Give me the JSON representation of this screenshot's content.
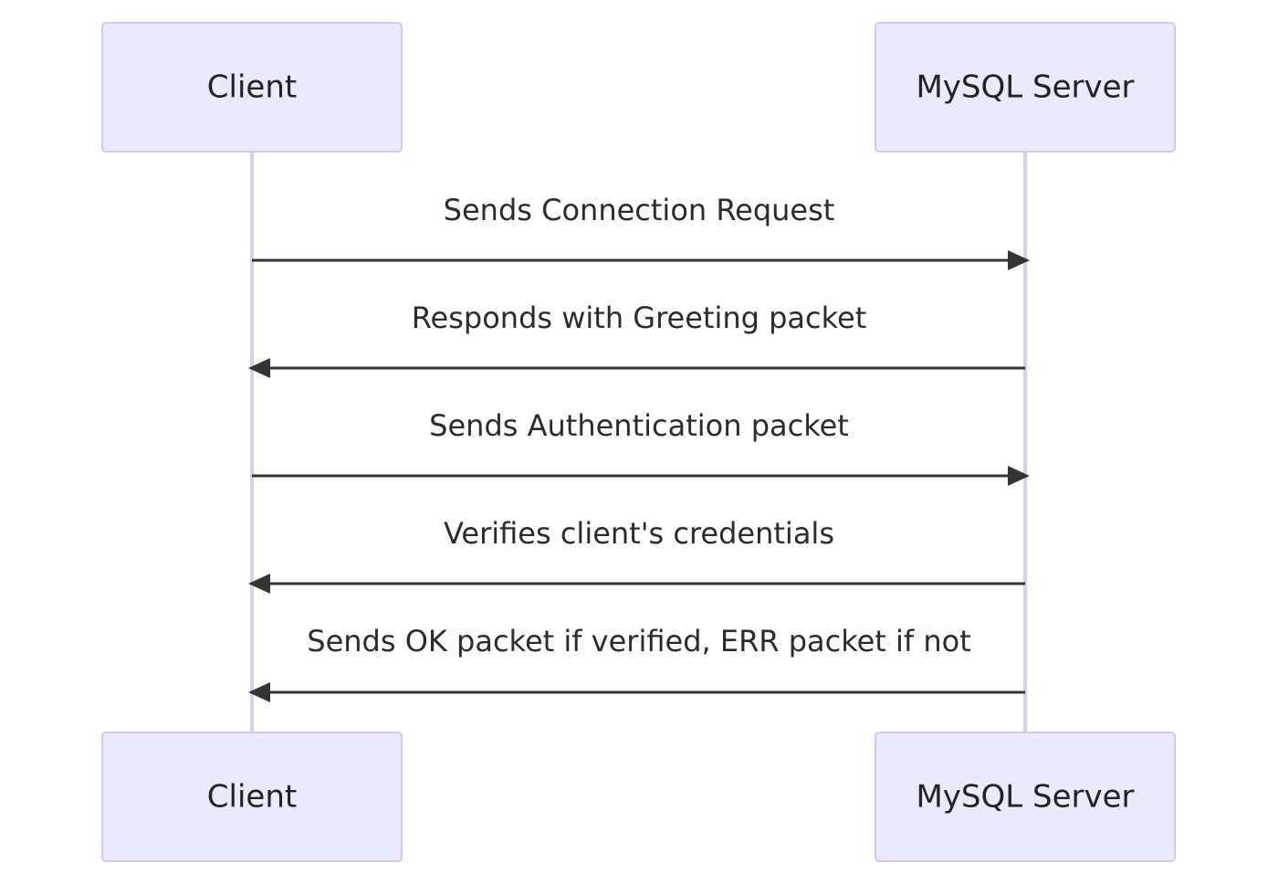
{
  "participants": [
    {
      "id": "client",
      "label": "Client"
    },
    {
      "id": "server",
      "label": "MySQL Server"
    }
  ],
  "messages": [
    {
      "from": "client",
      "to": "server",
      "label": "Sends Connection Request"
    },
    {
      "from": "server",
      "to": "client",
      "label": "Responds with Greeting packet"
    },
    {
      "from": "client",
      "to": "server",
      "label": "Sends Authentication packet"
    },
    {
      "from": "server",
      "to": "client",
      "label": "Verifies client's credentials"
    },
    {
      "from": "server",
      "to": "client",
      "label": "Sends OK packet if verified, ERR packet if not"
    }
  ],
  "colors": {
    "actor_fill": "#eaeafd",
    "actor_stroke": "#d3c7f2",
    "lifeline": "#d9cdf4",
    "arrow": "#333333",
    "text": "#222222"
  }
}
